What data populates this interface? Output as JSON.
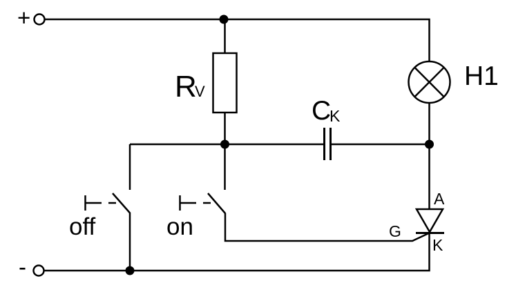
{
  "diagram": {
    "kind": "circuit-schematic",
    "description": "Thyristor latching circuit with series resistor, commutation capacitor, indicator lamp and on/off pushbuttons",
    "background_color": "#ffffff",
    "stroke_color": "#000000"
  },
  "supply": {
    "positive_label": "+",
    "negative_label": "-"
  },
  "components": {
    "resistor": {
      "name": "R",
      "subscript": "V"
    },
    "capacitor": {
      "name": "C",
      "subscript": "K"
    },
    "lamp": {
      "name": "H1"
    },
    "thyristor": {
      "anode": "A",
      "gate": "G",
      "cathode": "K"
    },
    "off_button": {
      "label": "off"
    },
    "on_button": {
      "label": "on"
    }
  }
}
